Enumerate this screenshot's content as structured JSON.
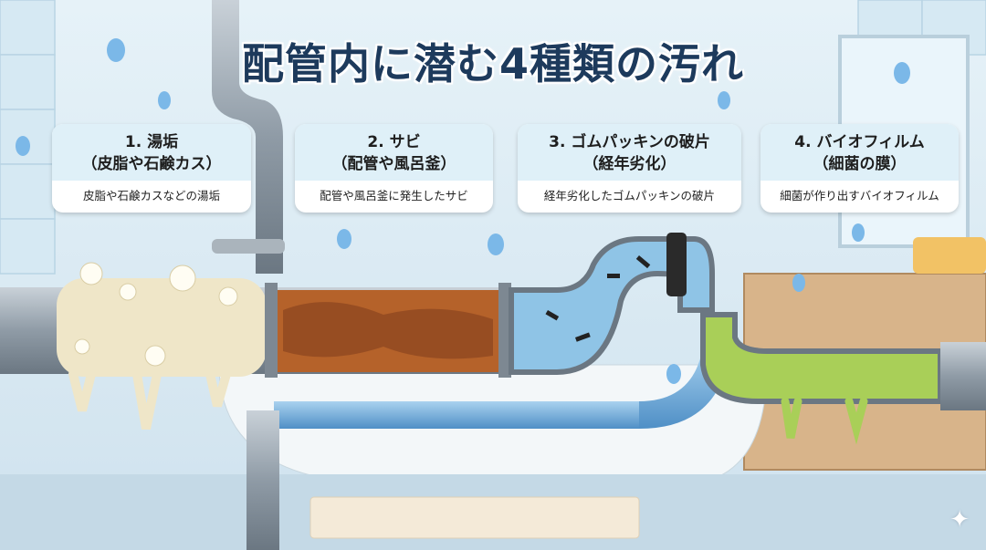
{
  "title": "配管内に潜む4種類の汚れ",
  "cards": [
    {
      "title": "1. 湯垢",
      "subtitle": "（皮脂や石鹸カス）",
      "desc": "皮脂や石鹸カスなどの湯垢"
    },
    {
      "title": "2. サビ",
      "subtitle": "（配管や風呂釜）",
      "desc": "配管や風呂釜に発生したサビ"
    },
    {
      "title": "3. ゴムパッキンの破片",
      "subtitle": "（経年劣化）",
      "desc": "経年劣化したゴムパッキンの破片"
    },
    {
      "title": "4. バイオフィルム",
      "subtitle": "（細菌の膜）",
      "desc": "細菌が作り出すバイオフィルム"
    }
  ],
  "colors": {
    "title": "#1d3a5c",
    "pipe": "#9aa6b0",
    "scale": "#efe6c8",
    "rust": "#b5622a",
    "water": "#8fc4e6",
    "biofilm": "#a9cf58"
  }
}
